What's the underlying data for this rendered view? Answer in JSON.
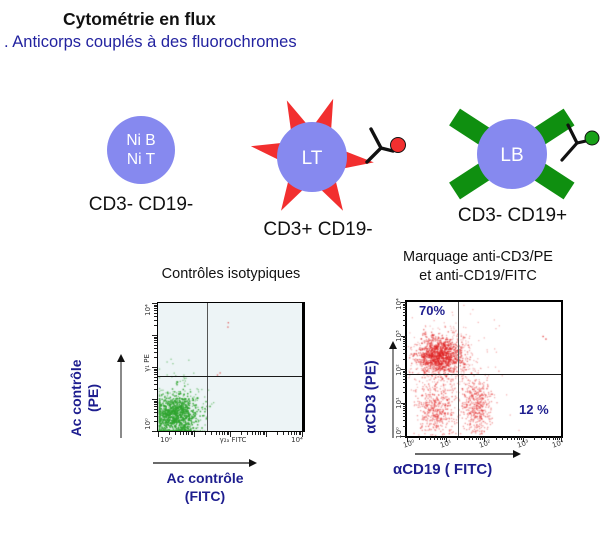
{
  "slide": {
    "title": "Cytométrie en flux",
    "subtitle": ". Anticorps couplés à des fluorochromes"
  },
  "cells": {
    "nil": {
      "line1": "Ni B",
      "line2": "Ni T",
      "label": "CD3- CD19-"
    },
    "lt": {
      "name": "LT",
      "label": "CD3+ CD19-"
    },
    "lb": {
      "name": "LB",
      "label": "CD3- CD19+"
    }
  },
  "left_plot": {
    "title": "Contrôles isotypiques",
    "axis_y_line1": "Ac contrôle",
    "axis_y_line2": "(PE)",
    "axis_x_line1": "Ac contrôle",
    "axis_x_line2": "(FITC)",
    "inner_y_top": "10⁴",
    "inner_y_mid": "γ₁ PE",
    "inner_y_bottom": "10⁰",
    "inner_x_left": "10⁰",
    "inner_x_mid": "γ₂ₐ FITC",
    "inner_x_right": "10⁴"
  },
  "right_plot": {
    "title_line1": "Marquage anti-CD3/PE",
    "title_line2": "et anti-CD19/FITC",
    "axis_y": "αCD3 (PE)",
    "axis_x": "αCD19  ( FITC)",
    "pct_upper_left": "70%",
    "pct_lower_right": "12 %",
    "y_ticks": [
      "10⁴",
      "10³",
      "10²",
      "10¹",
      "10⁰"
    ],
    "x_ticks": [
      "10⁰",
      "10¹",
      "10²",
      "10³",
      "10⁴"
    ]
  },
  "colors": {
    "navy_text": "#1e1e8f",
    "subtitle_blue": "#2323a0",
    "cell_fill": "#8689ef",
    "spike_red": "#f22f2f",
    "rect_green": "#0f8f10",
    "fluor_dot_red": "#f22f2f",
    "fluor_dot_green": "#18a018",
    "left_plot_bg": "#edf4f6",
    "scatter_green": "#2fa42f",
    "scatter_red": "#e01f1f"
  },
  "chart_data": [
    {
      "type": "scatter",
      "title": "Contrôles isotypiques",
      "xlabel": "Ac contrôle (FITC) / γ₂ₐ FITC",
      "ylabel": "Ac contrôle (PE) / γ₁ PE",
      "x_scale": "log10",
      "y_scale": "log10",
      "xlim": [
        "10⁰",
        "10⁴"
      ],
      "ylim": [
        "10⁰",
        "10⁴"
      ],
      "grid": false,
      "quadrant_line_x_frac": 0.34,
      "quadrant_line_y_frac": 0.57,
      "background": "#edf4f6",
      "seed": 7,
      "clusters": [
        {
          "name": "isotype-negative-core",
          "color": "#2fa42f",
          "opacity": 0.9,
          "n": 780,
          "cx": 0.12,
          "cy": 0.88,
          "sx": 0.07,
          "sy": 0.085,
          "size": 1.5,
          "edge": "clamp"
        },
        {
          "name": "isotype-negative-halo",
          "color": "#2fa42f",
          "opacity": 0.55,
          "n": 260,
          "cx": 0.13,
          "cy": 0.85,
          "sx": 0.105,
          "sy": 0.135,
          "size": 1.3,
          "edge": "clamp"
        },
        {
          "name": "stray-red-events-top",
          "color": "#e06060",
          "opacity": 0.9,
          "n": 2,
          "cx": 0.49,
          "cy": 0.17,
          "sx": 0.012,
          "sy": 0.01,
          "size": 1.4,
          "edge": "drop"
        },
        {
          "name": "stray-red-events-mid",
          "color": "#e06060",
          "opacity": 0.9,
          "n": 2,
          "cx": 0.44,
          "cy": 0.555,
          "sx": 0.015,
          "sy": 0.01,
          "size": 1.4,
          "edge": "drop"
        }
      ]
    },
    {
      "type": "scatter",
      "title": "Marquage anti-CD3/PE et anti-CD19/FITC",
      "xlabel": "αCD19 (FITC)",
      "ylabel": "αCD3 (PE)",
      "x_scale": "log10",
      "y_scale": "log10",
      "xlim": [
        "10⁰",
        "10⁴"
      ],
      "ylim": [
        "10⁰",
        "10⁴"
      ],
      "grid": false,
      "quadrant_line_x_frac": 0.33,
      "quadrant_line_y_frac": 0.536,
      "background": "#ffffff",
      "annotations": [
        {
          "text": "70%",
          "quadrant": "upper-left"
        },
        {
          "text": "12 %",
          "quadrant": "lower-right"
        }
      ],
      "seed": 11,
      "clusters": [
        {
          "name": "cd3-positive-core",
          "color": "#e01f1f",
          "opacity": 0.5,
          "n": 950,
          "cx": 0.205,
          "cy": 0.4,
          "sx": 0.072,
          "sy": 0.07,
          "size": 1.5,
          "edge": "drop"
        },
        {
          "name": "cd3-positive-halo",
          "color": "#e01f1f",
          "opacity": 0.28,
          "n": 380,
          "cx": 0.22,
          "cy": 0.42,
          "sx": 0.12,
          "sy": 0.12,
          "size": 1.3,
          "edge": "drop"
        },
        {
          "name": "double-negative",
          "color": "#e01f1f",
          "opacity": 0.4,
          "n": 430,
          "cx": 0.185,
          "cy": 0.8,
          "sx": 0.062,
          "sy": 0.105,
          "size": 1.4,
          "edge": "drop"
        },
        {
          "name": "cd19-positive",
          "color": "#e01f1f",
          "opacity": 0.4,
          "n": 440,
          "cx": 0.45,
          "cy": 0.78,
          "sx": 0.05,
          "sy": 0.115,
          "size": 1.4,
          "edge": "drop"
        },
        {
          "name": "sparse-events",
          "color": "#e01f1f",
          "opacity": 0.33,
          "n": 170,
          "cx": 0.27,
          "cy": 0.58,
          "sx": 0.17,
          "sy": 0.27,
          "size": 1.3,
          "edge": "drop"
        },
        {
          "name": "lone-event-top-right",
          "color": "#e01f1f",
          "opacity": 0.8,
          "n": 2,
          "cx": 0.88,
          "cy": 0.25,
          "sx": 0.01,
          "sy": 0.01,
          "size": 1.4,
          "edge": "drop"
        }
      ]
    }
  ]
}
